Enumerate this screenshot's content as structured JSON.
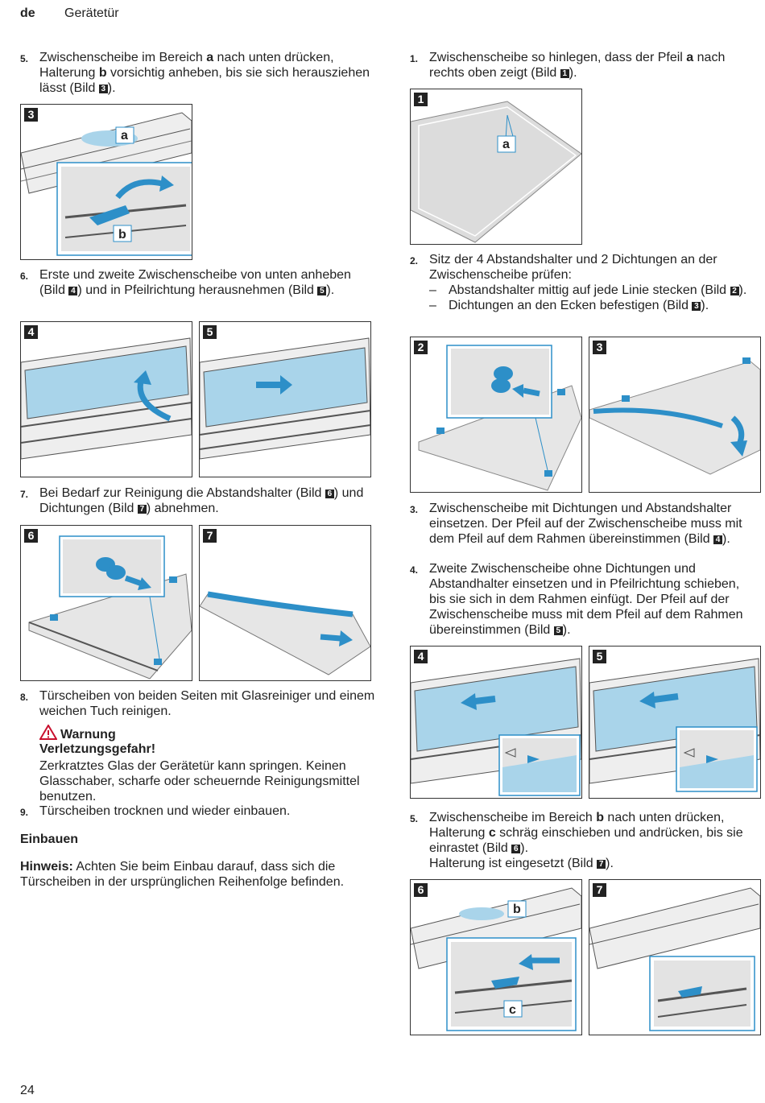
{
  "header": {
    "lang": "de",
    "title": "Gerätetür"
  },
  "left": {
    "step5": {
      "num": "5.",
      "t1": "Zwischenscheibe im Bereich ",
      "k1": "a",
      "t2": " nach unten drücken, Halterung ",
      "k2": "b",
      "t3": " vorsichtig anheben, bis sie sich herausziehen lässt (Bild ",
      "ref": "3",
      "t4": ")."
    },
    "step6": {
      "num": "6.",
      "t1": "Erste und zweite Zwischenscheibe von unten anheben (Bild ",
      "ref1": "4",
      "t2": ") und in Pfeilrichtung herausnehmen (Bild ",
      "ref2": "5",
      "t3": ")."
    },
    "step7": {
      "num": "7.",
      "t1": "Bei Bedarf zur Reinigung die Abstandshalter (Bild ",
      "ref1": "6",
      "t2": ") und Dichtungen (Bild ",
      "ref2": "7",
      "t3": ") abnehmen."
    },
    "step8": {
      "num": "8.",
      "text": "Türscheiben von beiden Seiten mit Glasreiniger und einem weichen Tuch reinigen."
    },
    "warning": {
      "title": "Warnung",
      "subtitle": "Verletzungsgefahr!",
      "body": "Zerkratztes Glas der Gerätetür kann springen. Keinen Glasschaber, scharfe oder scheuernde Reinigungsmittel benutzen."
    },
    "step9": {
      "num": "9.",
      "text": "Türscheiben trocknen und wieder einbauen."
    },
    "section": "Einbauen",
    "note": {
      "label": "Hinweis:",
      "text": " Achten Sie beim Einbau darauf, dass sich die Türscheiben in der ursprünglichen Reihenfolge befinden."
    },
    "figs": {
      "f3": "3",
      "f4": "4",
      "f5": "5",
      "f6": "6",
      "f7": "7"
    },
    "labels": {
      "a": "a",
      "b": "b"
    }
  },
  "right": {
    "step1": {
      "num": "1.",
      "t1": "Zwischenscheibe so hinlegen, dass der Pfeil ",
      "k1": "a",
      "t2": " nach rechts oben zeigt (Bild ",
      "ref": "1",
      "t3": ")."
    },
    "step2": {
      "num": "2.",
      "text": "Sitz der 4 Abstandshalter und 2 Dichtungen an der Zwischenscheibe prüfen:",
      "bullets": [
        {
          "dash": "–",
          "t1": "Abstandshalter mittig auf jede Linie stecken (Bild ",
          "ref": "2",
          "t2": ")."
        },
        {
          "dash": "–",
          "t1": "Dichtungen an den Ecken befestigen (Bild ",
          "ref": "3",
          "t2": ")."
        }
      ]
    },
    "step3": {
      "num": "3.",
      "t1": "Zwischenscheibe mit Dichtungen und Abstandshalter einsetzen. Der Pfeil auf der Zwischenscheibe muss mit dem Pfeil auf dem Rahmen übereinstimmen (Bild ",
      "ref": "4",
      "t2": ")."
    },
    "step4": {
      "num": "4.",
      "t1": "Zweite Zwischenscheibe ohne Dichtungen und Abstandhalter einsetzen und in Pfeilrichtung schieben, bis sie sich in dem Rahmen einfügt. Der Pfeil auf der Zwischenscheibe muss mit dem Pfeil auf dem Rahmen übereinstimmen (Bild ",
      "ref": "5",
      "t2": ")."
    },
    "step5": {
      "num": "5.",
      "t1": "Zwischenscheibe im Bereich ",
      "k1": "b",
      "t2": " nach unten drücken, Halterung ",
      "k2": "c",
      "t3": " schräg einschieben und andrücken, bis sie einrastet (Bild ",
      "ref1": "6",
      "t4": ").",
      "line2a": "Halterung ist eingesetzt (Bild ",
      "ref2": "7",
      "line2b": ")."
    },
    "figs": {
      "f1": "1",
      "f2": "2",
      "f3": "3",
      "f4": "4",
      "f5": "5",
      "f6": "6",
      "f7": "7"
    },
    "labels": {
      "a": "a",
      "b": "b",
      "c": "c"
    }
  },
  "page_number": "24",
  "colors": {
    "glass_blue": "#a9d4ea",
    "part_blue": "#2d8fc8",
    "frame_gray": "#d8d8d8",
    "warning_red": "#c8102e"
  }
}
